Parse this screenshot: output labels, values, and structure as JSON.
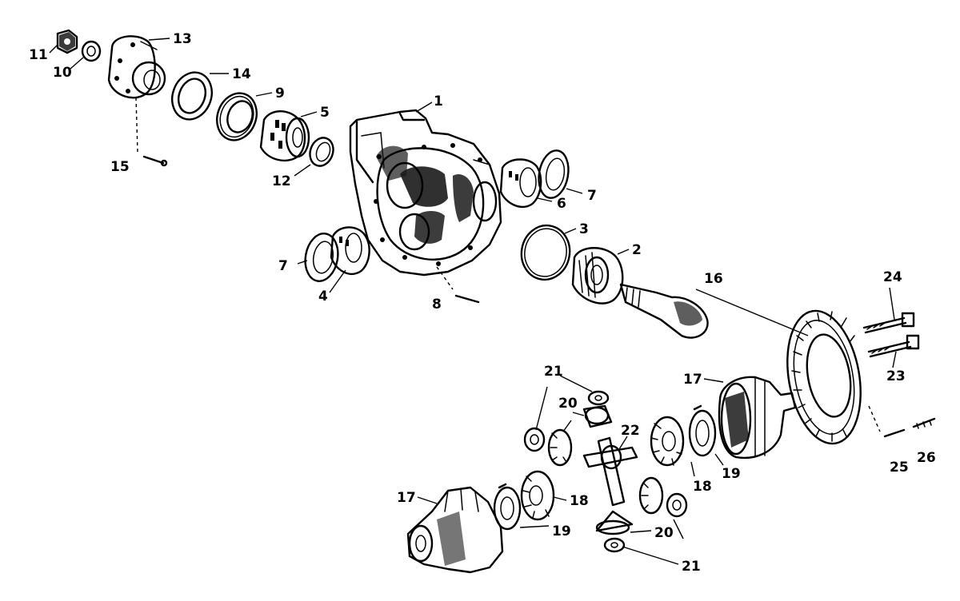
{
  "labels": {
    "l1": "1",
    "l2": "2",
    "l3": "3",
    "l4": "4",
    "l5": "5",
    "l6": "6",
    "l7a": "7",
    "l7b": "7",
    "l8": "8",
    "l9": "9",
    "l10": "10",
    "l11": "11",
    "l12": "12",
    "l13": "13",
    "l14": "14",
    "l15": "15",
    "l16": "16",
    "l17a": "17",
    "l17b": "17",
    "l18a": "18",
    "l18b": "18",
    "l19a": "19",
    "l19b": "19",
    "l20a": "20",
    "l20b": "20",
    "l21a": "21",
    "l21b": "21",
    "l22": "22",
    "l23": "23",
    "l24": "24",
    "l25": "25",
    "l26": "26"
  }
}
